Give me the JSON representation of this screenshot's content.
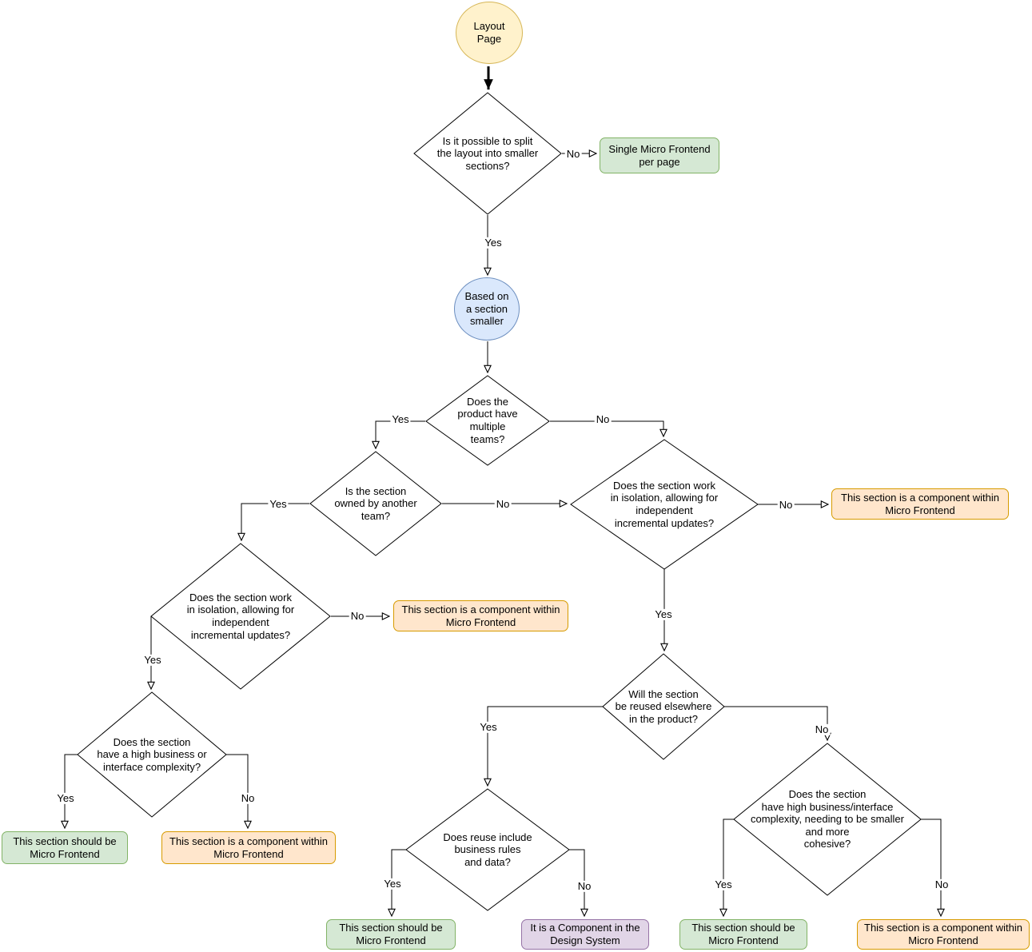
{
  "diagram": {
    "labels": {
      "yes": "Yes",
      "no": "No"
    },
    "colors": {
      "start_fill": "#FFF2CC",
      "start_stroke": "#D6B656",
      "process_fill": "#DAE8FC",
      "process_stroke": "#6C8EBF",
      "result_green_fill": "#D5E8D4",
      "result_green_stroke": "#82B366",
      "result_orange_fill": "#FFE6CC",
      "result_orange_stroke": "#D79B00",
      "result_purple_fill": "#E1D5E7",
      "result_purple_stroke": "#9673A6",
      "decision_fill": "#FFFFFF",
      "line": "#000000"
    },
    "nodes": {
      "start": {
        "label": "Layout\nPage"
      },
      "split_layout": {
        "label": "Is it possible to split\nthe layout into smaller\nsections?"
      },
      "single_mfe": {
        "label": "Single Micro Frontend\nper page"
      },
      "based_on_section": {
        "label": "Based on\na section\nsmaller"
      },
      "multiple_teams": {
        "label": "Does the\nproduct have\nmultiple\nteams?"
      },
      "owned_by_team": {
        "label": "Is the section\nowned by another\nteam?"
      },
      "isolation_left": {
        "label": "Does the section work\nin isolation, allowing for\nindependent\nincremental updates?"
      },
      "isolation_right": {
        "label": "Does the section work\nin isolation, allowing for\nindependent\nincremental updates?"
      },
      "component_mid": {
        "label": "This section is a component within\nMicro Frontend"
      },
      "component_right": {
        "label": "This section is a component within\nMicro Frontend"
      },
      "complexity_left": {
        "label": "Does the section\nhave a high business or\ninterface complexity?"
      },
      "mfe_left": {
        "label": "This section should be\nMicro Frontend"
      },
      "component_bottom_left": {
        "label": "This section is a component within\nMicro Frontend"
      },
      "reused_elsewhere": {
        "label": "Will the section\nbe reused elsewhere\nin the product?"
      },
      "reuse_rules": {
        "label": "Does reuse include\nbusiness rules\nand data?"
      },
      "mfe_mid": {
        "label": "This section should be\nMicro Frontend"
      },
      "design_system": {
        "label": "It is a Component in the\nDesign System"
      },
      "complexity_right": {
        "label": "Does the section\nhave high business/interface\ncomplexity, needing to be smaller\nand more\ncohesive?"
      },
      "mfe_right": {
        "label": "This section should be\nMicro Frontend"
      },
      "component_bottom_right": {
        "label": "This section is a component within\nMicro Frontend"
      }
    }
  }
}
